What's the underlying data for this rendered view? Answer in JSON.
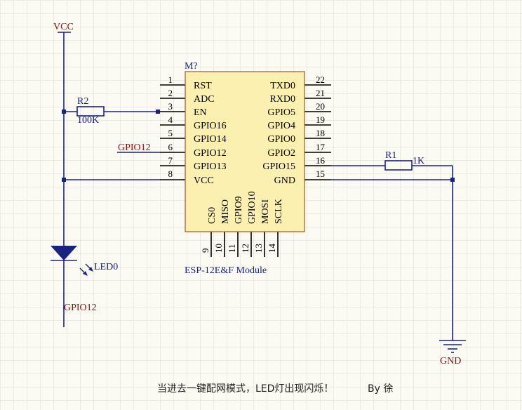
{
  "nets": {
    "vcc": "VCC",
    "gnd": "GND",
    "gpio12_left": "GPIO12",
    "gpio12_led": "GPIO12"
  },
  "r2": {
    "designator": "R2",
    "value": "100K"
  },
  "r1": {
    "designator": "R1",
    "value": "1K"
  },
  "led": {
    "designator": "LED0"
  },
  "module": {
    "designator": "M?",
    "name": "ESP-12E&F Module",
    "left_pins": [
      {
        "num": "1",
        "name": "RST"
      },
      {
        "num": "2",
        "name": "ADC"
      },
      {
        "num": "3",
        "name": "EN"
      },
      {
        "num": "4",
        "name": "GPIO16"
      },
      {
        "num": "5",
        "name": "GPIO14"
      },
      {
        "num": "6",
        "name": "GPIO12"
      },
      {
        "num": "7",
        "name": "GPIO13"
      },
      {
        "num": "8",
        "name": "VCC"
      }
    ],
    "right_pins": [
      {
        "num": "22",
        "name": "TXD0"
      },
      {
        "num": "21",
        "name": "RXD0"
      },
      {
        "num": "20",
        "name": "GPIO5"
      },
      {
        "num": "19",
        "name": "GPIO4"
      },
      {
        "num": "18",
        "name": "GPIO0"
      },
      {
        "num": "17",
        "name": "GPIO2"
      },
      {
        "num": "16",
        "name": "GPIO15"
      },
      {
        "num": "15",
        "name": "GND"
      }
    ],
    "bottom_pins": [
      {
        "num": "9",
        "name": "CS0"
      },
      {
        "num": "10",
        "name": "MISO"
      },
      {
        "num": "11",
        "name": "GPIO9"
      },
      {
        "num": "12",
        "name": "GPIO10"
      },
      {
        "num": "13",
        "name": "MOSI"
      },
      {
        "num": "14",
        "name": "SCLK"
      }
    ]
  },
  "caption": "当进去一键配网模式，LED灯出现闪烁！",
  "author": "By 徐"
}
